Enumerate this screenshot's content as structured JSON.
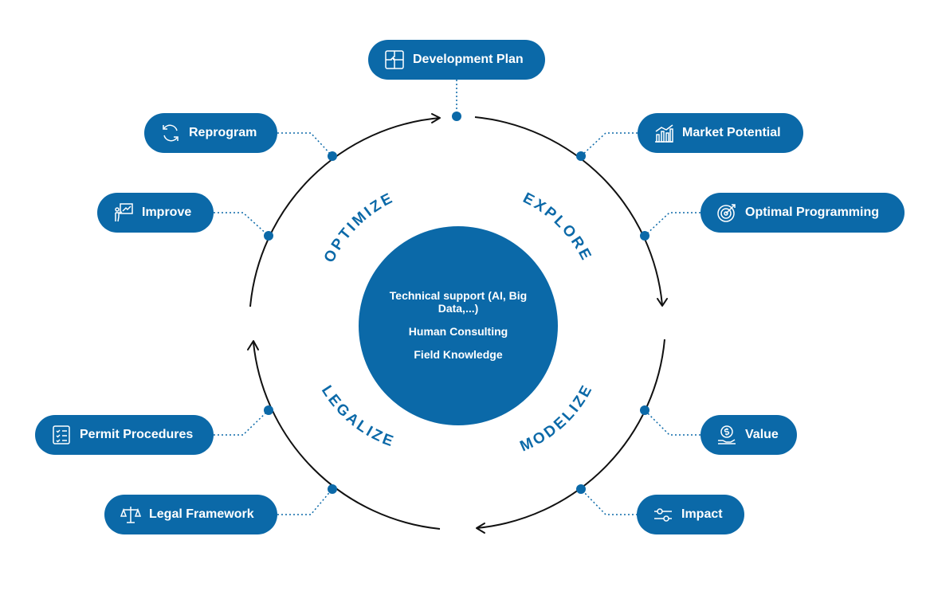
{
  "center": {
    "lines": [
      "Technical support (AI, Big Data,...)",
      "Human Consulting",
      "Field Knowledge"
    ]
  },
  "phases": {
    "explore": "EXPLORE",
    "modelize": "MODELIZE",
    "legalize": "LEGALIZE",
    "optimize": "OPTIMIZE"
  },
  "items": {
    "development_plan": "Development Plan",
    "market_potential": "Market Potential",
    "optimal_programming": "Optimal Programming",
    "value": "Value",
    "impact": "Impact",
    "legal_framework": "Legal Framework",
    "permit_procedures": "Permit Procedures",
    "improve": "Improve",
    "reprogram": "Reprogram"
  },
  "colors": {
    "brand": "#0b69a8",
    "ring": "#111111",
    "background": "#ffffff"
  },
  "icons": {
    "development_plan": "puzzle-icon",
    "market_potential": "bar-chart-icon",
    "optimal_programming": "target-icon",
    "value": "dollar-hand-icon",
    "impact": "sliders-icon",
    "legal_framework": "scales-icon",
    "permit_procedures": "checklist-icon",
    "improve": "presenter-icon",
    "reprogram": "refresh-icon"
  }
}
